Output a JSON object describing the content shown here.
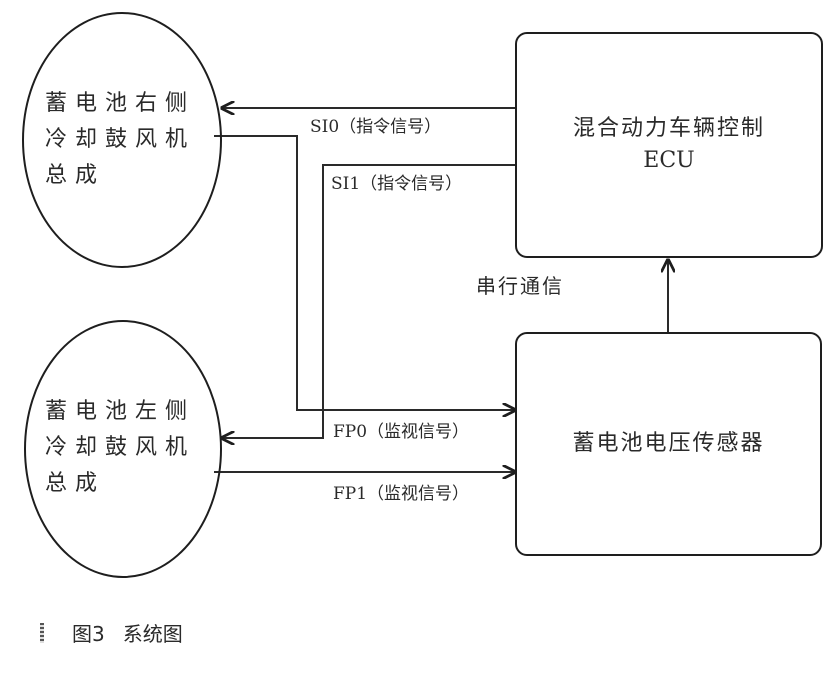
{
  "nodes": {
    "blower_right": {
      "lines": [
        "蓄电池右侧",
        "冷却鼓风机",
        "总成"
      ]
    },
    "blower_left": {
      "lines": [
        "蓄电池左侧",
        "冷却鼓风机",
        "总成"
      ]
    },
    "ecu": {
      "lines": [
        "混合动力车辆控制",
        "ECU"
      ]
    },
    "sensor": {
      "label": "蓄电池电压传感器"
    }
  },
  "signals": {
    "si0": "SI0（指令信号）",
    "si1": "SI1（指令信号）",
    "fp0": "FP0（监视信号）",
    "fp1": "FP1（监视信号）",
    "serial": "串行通信"
  },
  "caption": {
    "number": "图3",
    "title": "系统图"
  }
}
